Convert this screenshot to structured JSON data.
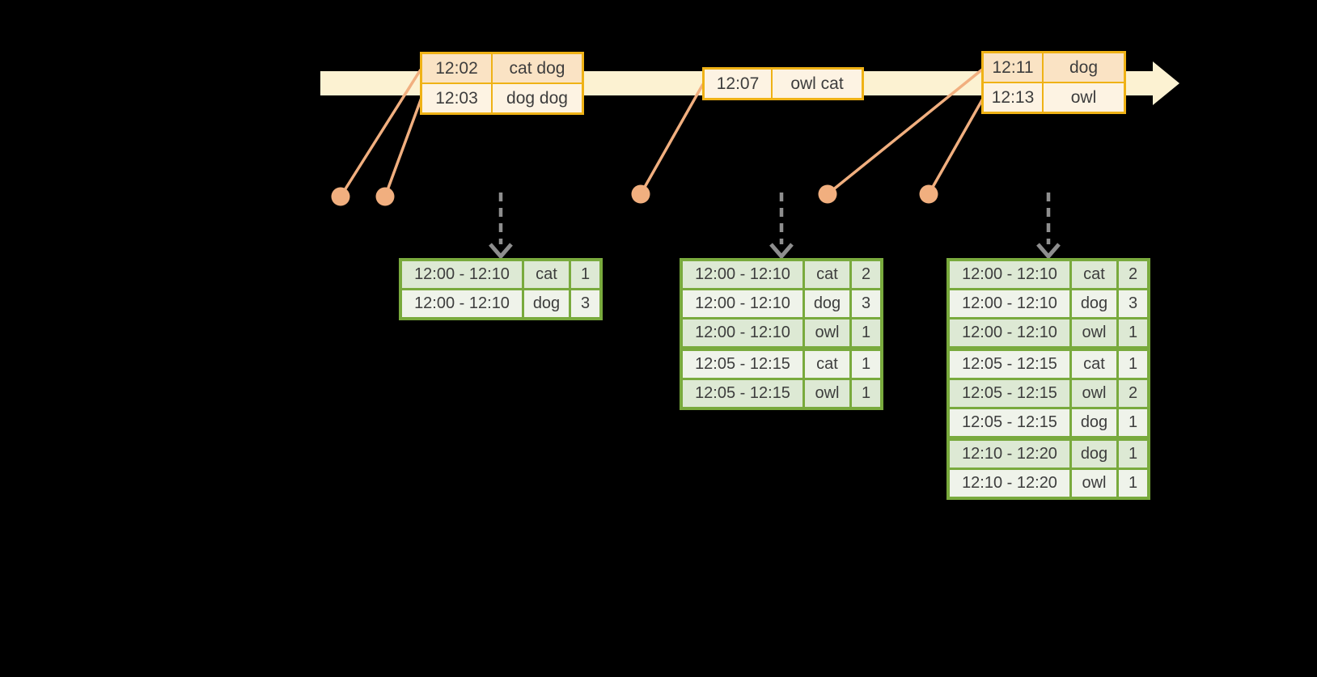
{
  "colors": {
    "background": "#000000",
    "timeline_fill": "#fcf2d2",
    "event_table_border": "#efb216",
    "event_row_dark": "#fae3c4",
    "event_row_light": "#fdf3e3",
    "result_table_border": "#79aa3d",
    "result_row_dark": "#dde9d4",
    "result_row_light": "#eff3ea",
    "connector_dot": "#f1af7f",
    "dashed_arrow": "#8e8e8e",
    "text": "#3d3d3d"
  },
  "event_tables": [
    {
      "rows": [
        {
          "time": "12:02",
          "words": "cat dog"
        },
        {
          "time": "12:03",
          "words": "dog dog"
        }
      ]
    },
    {
      "rows": [
        {
          "time": "12:07",
          "words": "owl cat"
        }
      ]
    },
    {
      "rows": [
        {
          "time": "12:11",
          "words": "dog"
        },
        {
          "time": "12:13",
          "words": "owl"
        }
      ]
    }
  ],
  "result_tables": [
    {
      "rows": [
        {
          "window": "12:00 - 12:10",
          "word": "cat",
          "count": "1"
        },
        {
          "window": "12:00 - 12:10",
          "word": "dog",
          "count": "3"
        }
      ]
    },
    {
      "rows": [
        {
          "window": "12:00 - 12:10",
          "word": "cat",
          "count": "2"
        },
        {
          "window": "12:00 - 12:10",
          "word": "dog",
          "count": "3"
        },
        {
          "window": "12:00 - 12:10",
          "word": "owl",
          "count": "1"
        },
        {
          "window": "12:05 - 12:15",
          "word": "cat",
          "count": "1"
        },
        {
          "window": "12:05 - 12:15",
          "word": "owl",
          "count": "1"
        }
      ]
    },
    {
      "rows": [
        {
          "window": "12:00 - 12:10",
          "word": "cat",
          "count": "2"
        },
        {
          "window": "12:00 - 12:10",
          "word": "dog",
          "count": "3"
        },
        {
          "window": "12:00 - 12:10",
          "word": "owl",
          "count": "1"
        },
        {
          "window": "12:05 - 12:15",
          "word": "cat",
          "count": "1"
        },
        {
          "window": "12:05 - 12:15",
          "word": "owl",
          "count": "2"
        },
        {
          "window": "12:05 - 12:15",
          "word": "dog",
          "count": "1"
        },
        {
          "window": "12:10 - 12:20",
          "word": "dog",
          "count": "1"
        },
        {
          "window": "12:10 - 12:20",
          "word": "owl",
          "count": "1"
        }
      ]
    }
  ]
}
